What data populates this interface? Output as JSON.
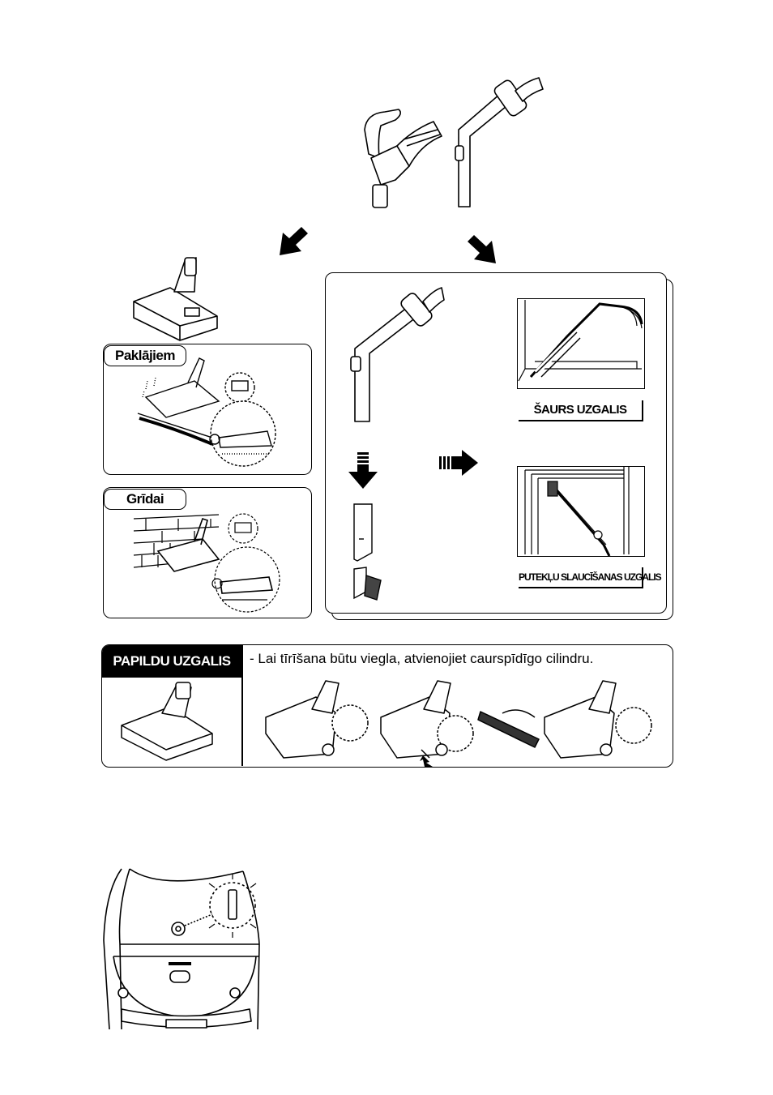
{
  "sections": {
    "carpet_label": "Paklājiem",
    "floor_label": "Grīdai",
    "crevice_label": "ŠAURS UZGALIS",
    "dusting_label": "PUTEKĻU SLAUCĪŠANAS UZGALIS"
  },
  "extra_nozzle": {
    "header": "PAPILDU UZGALIS",
    "instruction": "- Lai tīrīšana būtu viegla, atvienojiet caurspīdīgo cilindru."
  },
  "icons": {
    "handle": "hose-handle-icon",
    "wand": "telescopic-wand-icon",
    "nozzle": "floor-nozzle-icon",
    "brush": "dusting-brush-icon",
    "vacuum": "vacuum-cleaner-icon"
  },
  "colors": {
    "ink": "#000000",
    "paper": "#ffffff",
    "grey": "#888888"
  }
}
